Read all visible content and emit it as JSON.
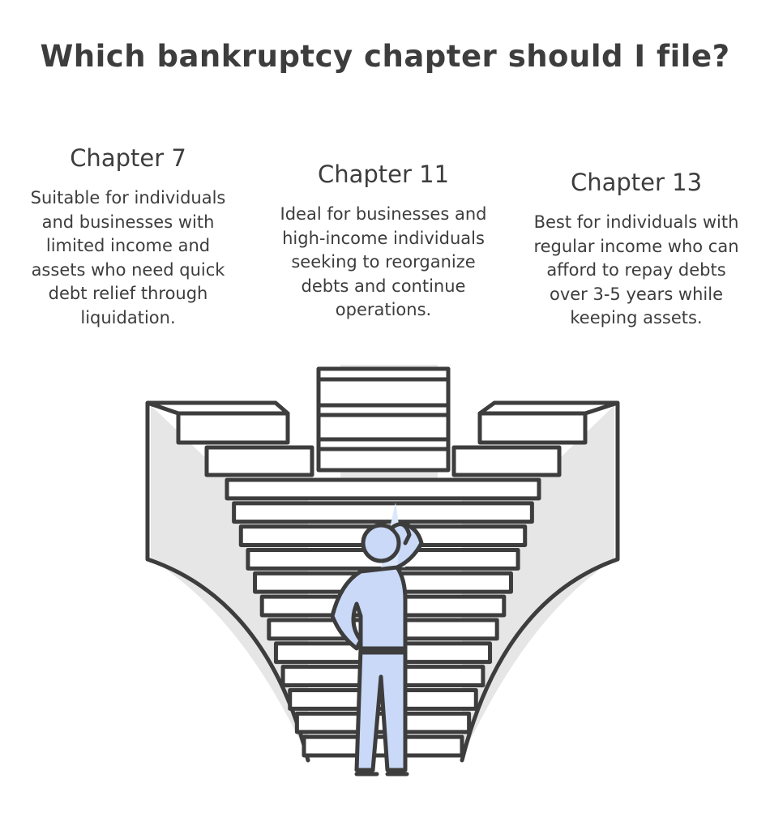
{
  "title": "Which bankruptcy chapter should I file?",
  "chapters": [
    {
      "heading": "Chapter 7",
      "description": "Suitable for individuals and businesses with limited income and assets who need quick debt relief through liquidation."
    },
    {
      "heading": "Chapter 11",
      "description": "Ideal for businesses and high-income individuals seeking to reorganize debts and continue operations."
    },
    {
      "heading": "Chapter 13",
      "description": "Best for individuals with regular income who can afford to repay debts over 3-5 years while keeping assets."
    }
  ],
  "colors": {
    "text": "#3d3d3d",
    "shade": "#e6e6e6",
    "person": "#c9d9f7"
  }
}
